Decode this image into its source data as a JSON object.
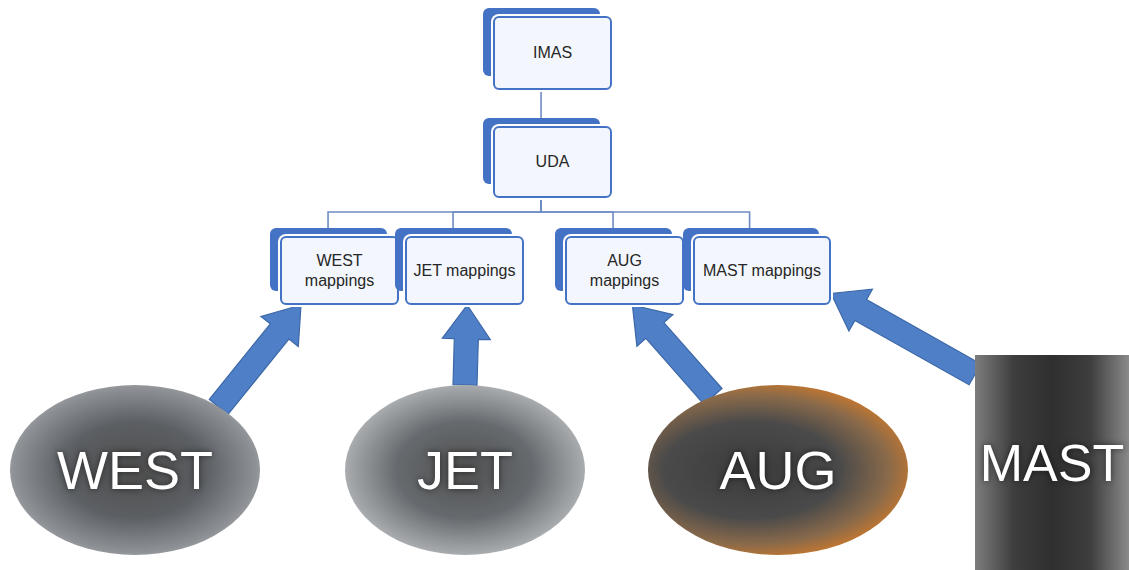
{
  "diagram": {
    "nodes": [
      {
        "text": [
          "IMAS"
        ]
      },
      {
        "text": [
          "UDA"
        ]
      },
      {
        "text": [
          "WEST mappings"
        ]
      },
      {
        "text": [
          "JET mappings"
        ]
      },
      {
        "text": [
          "AUG mappings"
        ]
      },
      {
        "text": [
          "MAST mappings"
        ]
      },
      {
        "text": [
          "WEST"
        ]
      },
      {
        "text": [
          "JET"
        ]
      },
      {
        "text": [
          "AUG"
        ]
      },
      {
        "text": [
          "MAST"
        ]
      }
    ],
    "edges": [
      {
        "from": 0,
        "to": 1,
        "arrow": "none"
      },
      {
        "from": 1,
        "to": 2,
        "arrow": "none"
      },
      {
        "from": 1,
        "to": 3,
        "arrow": "none"
      },
      {
        "from": 1,
        "to": 4,
        "arrow": "none"
      },
      {
        "from": 1,
        "to": 5,
        "arrow": "none"
      },
      {
        "from": 6,
        "to": 2,
        "arrow": "to"
      },
      {
        "from": 7,
        "to": 3,
        "arrow": "to"
      },
      {
        "from": 8,
        "to": 4,
        "arrow": "to"
      },
      {
        "from": 9,
        "to": 5,
        "arrow": "to"
      }
    ]
  }
}
